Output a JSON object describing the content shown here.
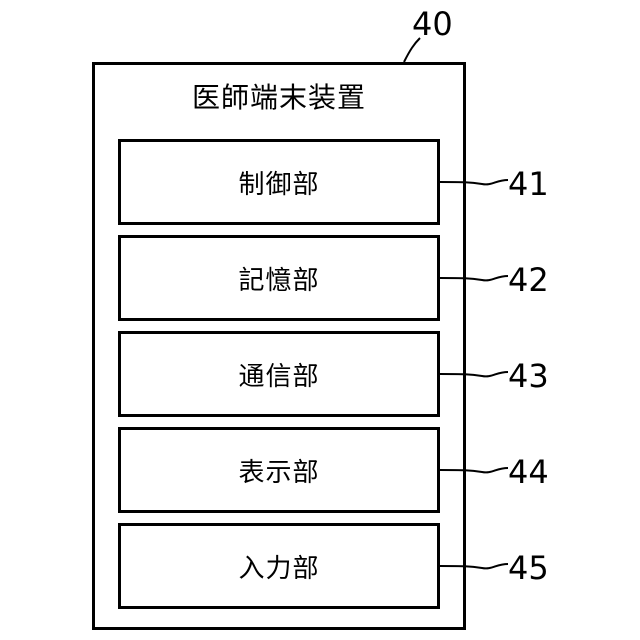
{
  "diagram": {
    "ref": "40",
    "title": "医師端末装置",
    "units": [
      {
        "label": "制御部",
        "ref": "41"
      },
      {
        "label": "記憶部",
        "ref": "42"
      },
      {
        "label": "通信部",
        "ref": "43"
      },
      {
        "label": "表示部",
        "ref": "44"
      },
      {
        "label": "入力部",
        "ref": "45"
      }
    ]
  }
}
